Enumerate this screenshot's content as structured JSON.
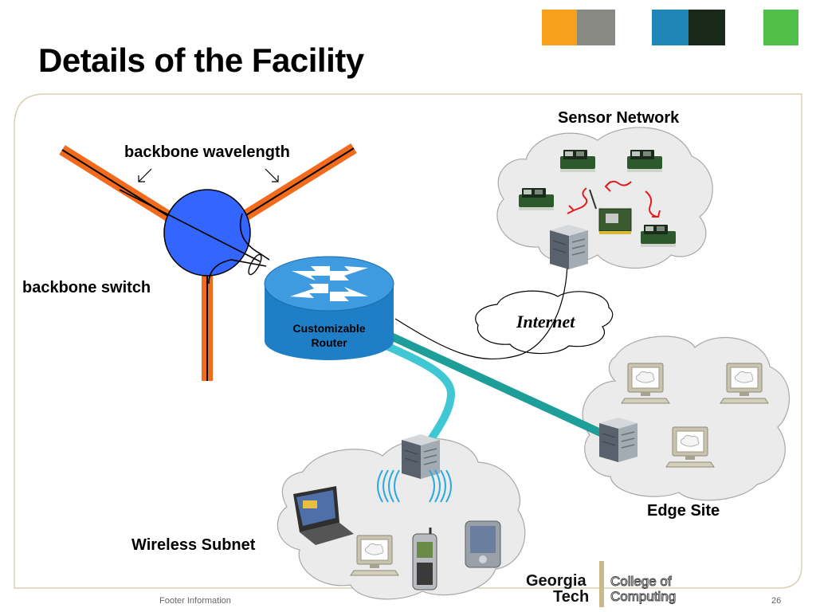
{
  "slide": {
    "title": "Details of the Facility",
    "footer": "Footer Information",
    "page_number": "26"
  },
  "labels": {
    "backbone_wavelength": "backbone wavelength",
    "backbone_switch": "backbone switch",
    "router": "Customizable Router",
    "sensor_network": "Sensor Network",
    "internet": "Internet",
    "edge_site": "Edge Site",
    "wireless_subnet": "Wireless Subnet"
  },
  "logo": {
    "georgia": "Georgia",
    "tech": "Tech",
    "college_line1": "College of",
    "college_line2": "Computing"
  },
  "colors": {
    "backbone": "#f26a1b",
    "switch": "#3366ff",
    "router": "#1f7fc6",
    "teal_link": "#1e9e98",
    "cyan_link": "#3fc8d3",
    "frame": "#d9cfb6",
    "cloud": "#ebebeb",
    "signal": "#e51b1b",
    "wifi": "#2aa8e0"
  },
  "icons": [
    "server-icon",
    "laptop-icon",
    "pda-icon",
    "phone-icon",
    "workstation-icon",
    "sensor-mote-icon",
    "network-card-icon",
    "router-arrows-icon"
  ]
}
